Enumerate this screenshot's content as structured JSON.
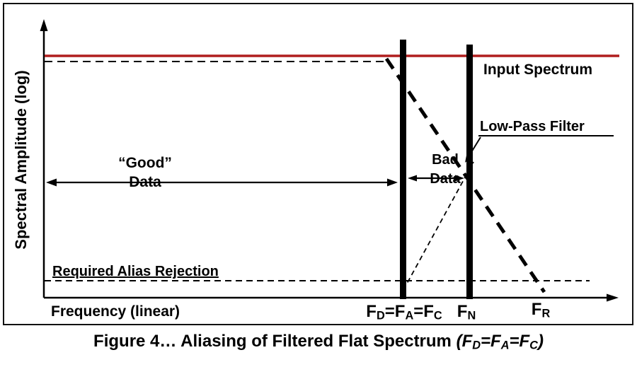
{
  "figure": {
    "axes": {
      "y_label": "Spectral Amplitude (log)",
      "x_label": "Frequency (linear)"
    },
    "annotations": {
      "input_spectrum": "Input Spectrum",
      "low_pass_filter": "Low-Pass Filter",
      "good_region_line1": "“Good”",
      "good_region_line2": "Data",
      "bad_region_line1": "Bad",
      "bad_region_line2": "Data",
      "required_alias_rejection": "Required Alias Rejection"
    },
    "x_ticks": {
      "fd_fa_fc": {
        "f1": "F",
        "sub1": "D",
        "f2": "=F",
        "sub2": "A",
        "f3": "=F",
        "sub3": "C"
      },
      "fn": {
        "f": "F",
        "sub": "N"
      },
      "fr": {
        "f": "F",
        "sub": "R"
      }
    },
    "caption": {
      "prefix": "Figure 4… Aliasing of Filtered Flat Spectrum ",
      "p1": "(F",
      "sub1": "D",
      "p2": "=F",
      "sub2": "A",
      "p3": "=F",
      "sub3": "C",
      "p4": ")"
    },
    "colors": {
      "input_spectrum_line": "#b01e1e",
      "axis_and_text": "#000000",
      "background": "#ffffff"
    }
  }
}
